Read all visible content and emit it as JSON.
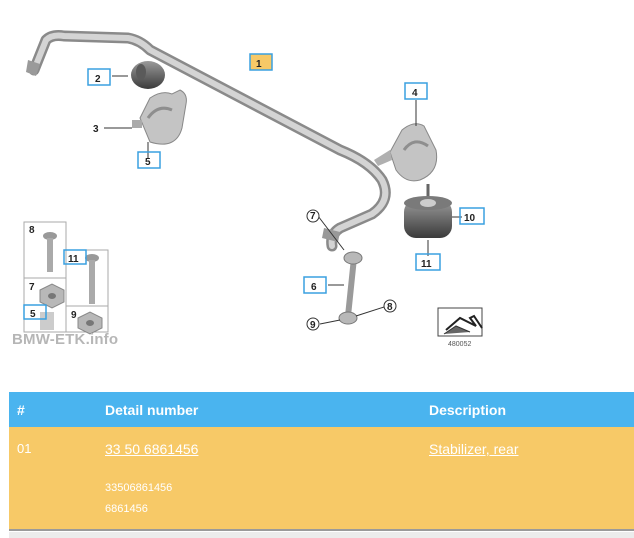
{
  "diagram": {
    "callouts": [
      "1",
      "2",
      "3",
      "5",
      "4",
      "10",
      "11",
      "7",
      "6",
      "9",
      "8",
      "11",
      "7",
      "5",
      "9",
      "8"
    ],
    "drawing_number": "480052",
    "watermark": "BMW-ETK.info"
  },
  "table": {
    "headers": [
      "#",
      "Detail number",
      "Description"
    ],
    "rows": [
      {
        "index": "01",
        "detail_number": "33 50 6861456",
        "description": "Stabilizer, rear",
        "alt_numbers": [
          "33506861456",
          "6861456"
        ]
      }
    ]
  },
  "colors": {
    "header_bg": "#4ab4ef",
    "row_bg": "#f7c967",
    "highlight_box": "#3aa0e0"
  }
}
